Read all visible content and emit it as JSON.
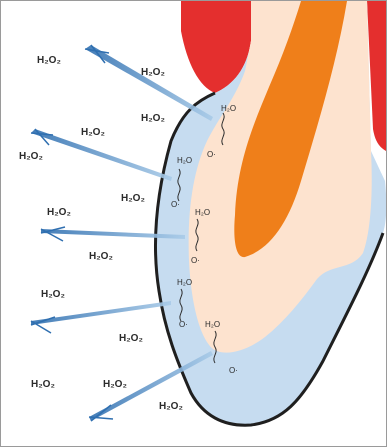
{
  "labels": {
    "h2o2": "H₂O₂",
    "water": "H₂O",
    "oxygen_radical": "O·"
  },
  "colors": {
    "gum": "#e42f2e",
    "pulp": "#ef7f1a",
    "dentin": "#fde3cf",
    "enamel": "#c6dcf0",
    "outline": "#1f1f1f",
    "needle": "#4a90c8"
  },
  "icons": {
    "needle": "peroxide-applicator-needle-icon",
    "tooth": "tooth-cross-section-icon"
  }
}
